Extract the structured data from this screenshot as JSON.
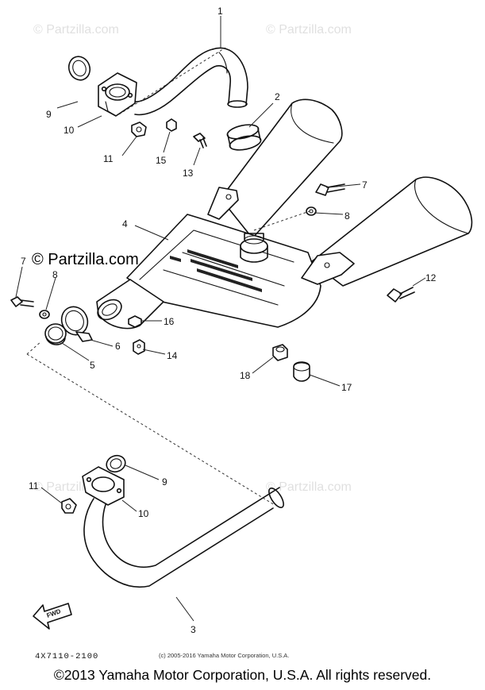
{
  "watermark": {
    "text": "© Partzilla.com",
    "repeat_text": "© Partzilla.com"
  },
  "callouts": {
    "c1": "1",
    "c2": "2",
    "c3": "3",
    "c4": "4",
    "c5": "5",
    "c6": "6",
    "c7a": "7",
    "c7b": "7",
    "c8a": "8",
    "c8b": "8",
    "c9a": "9",
    "c9b": "9",
    "c10a": "10",
    "c10b": "10",
    "c11a": "11",
    "c11b": "11",
    "c12": "12",
    "c13": "13",
    "c14": "14",
    "c15": "15",
    "c16": "16",
    "c17": "17",
    "c18": "18"
  },
  "fwd_label": "FWD",
  "part_code": "4X7110-2100",
  "diagram_copyright": "(c) 2005-2016 Yamaha Motor Corporation, U.S.A.",
  "footer": "©2013 Yamaha Motor Corporation, U.S.A. All rights reserved."
}
